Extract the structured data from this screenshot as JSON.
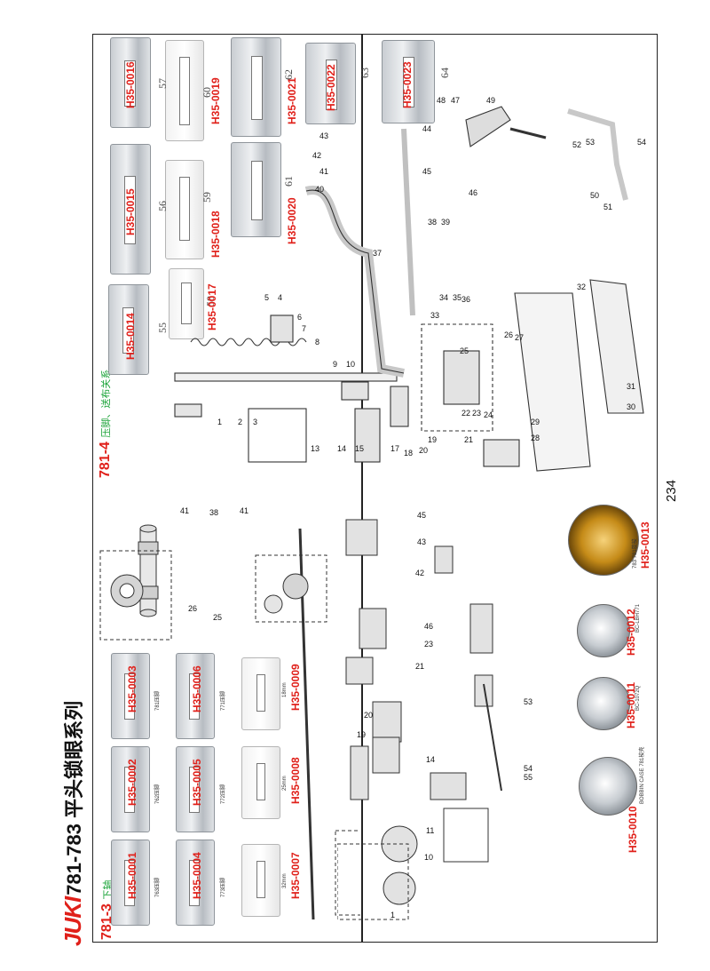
{
  "brand": "JUKI",
  "title": "781-783 平头锁眼系列",
  "page_number": "234",
  "left_section": {
    "code": "781-3",
    "name": "下轴"
  },
  "right_section": {
    "code": "781-4",
    "name": "压脚、送布关系"
  },
  "left_parts": [
    {
      "part_no": "H35-0001",
      "note": "763压脚"
    },
    {
      "part_no": "H35-0002",
      "note": "762压脚"
    },
    {
      "part_no": "H35-0003",
      "note": "781压脚"
    },
    {
      "part_no": "H35-0004",
      "note": "773压脚"
    },
    {
      "part_no": "H35-0005",
      "note": "772压脚"
    },
    {
      "part_no": "H35-0006",
      "note": "771压脚"
    },
    {
      "part_no": "H35-0007",
      "note": "32mm"
    },
    {
      "part_no": "H35-0008",
      "note": "25mm"
    },
    {
      "part_no": "H35-0009",
      "note": "18mm"
    }
  ],
  "bobbin_cases": [
    {
      "part_no": "H35-0010",
      "note": "BOBBIN CASE 781梭壳"
    },
    {
      "part_no": "H35-0011",
      "note": "BC-1072Q"
    },
    {
      "part_no": "H35-0012",
      "note": "BC-LBH771"
    },
    {
      "part_no": "H35-0013",
      "note": "783 781旋梭"
    }
  ],
  "right_parts": [
    {
      "part_no": "H35-0014",
      "num": "55"
    },
    {
      "part_no": "H35-0015",
      "num": "56"
    },
    {
      "part_no": "H35-0016",
      "num": "57"
    },
    {
      "part_no": "H35-0017",
      "num": "58"
    },
    {
      "part_no": "H35-0018",
      "num": "59"
    },
    {
      "part_no": "H35-0019",
      "num": "60"
    },
    {
      "part_no": "H35-0020",
      "num": "61"
    },
    {
      "part_no": "H35-0021",
      "num": "62"
    },
    {
      "part_no": "H35-0022",
      "num": "63"
    },
    {
      "part_no": "H35-0023",
      "num": "64"
    }
  ],
  "colors": {
    "accent_red": "#e0201a",
    "accent_green": "#1aa338"
  }
}
